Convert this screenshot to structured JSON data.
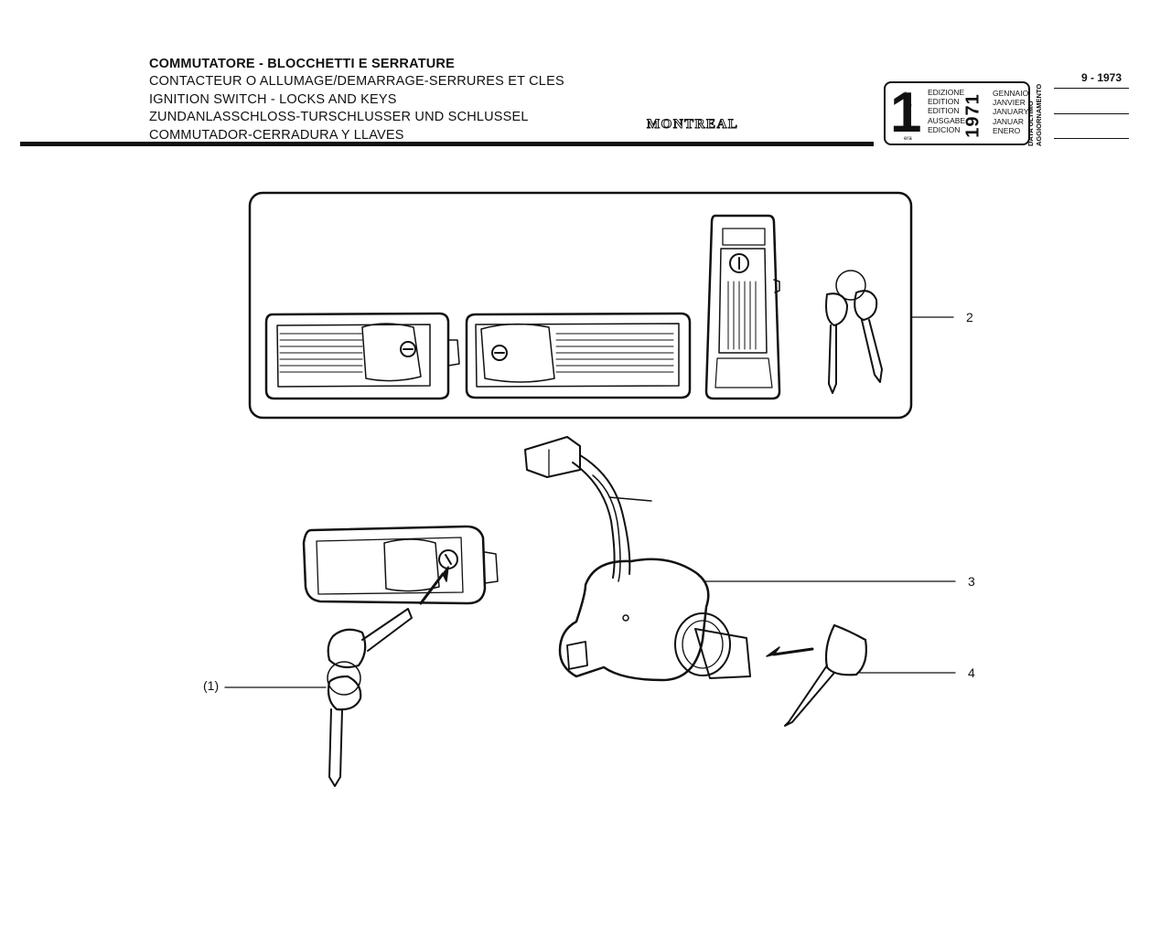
{
  "header": {
    "titles": [
      "COMMUTATORE - BLOCCHETTI E SERRATURE",
      "CONTACTEUR O ALLUMAGE/DEMARRAGE-SERRURES ET CLES",
      "IGNITION SWITCH - LOCKS AND KEYS",
      "ZUNDANLASSCHLOSS-TURSCHLUSSER UND SCHLUSSEL",
      "COMMUTADOR-CERRADURA  Y  LLAVES"
    ],
    "model": "MONTREAL"
  },
  "edition": {
    "number": "1",
    "suffixes": [
      "a",
      "ere",
      "st",
      ".",
      "era"
    ],
    "labels": [
      "EDIZIONE",
      "EDITION",
      "EDITION",
      "AUSGABE",
      "EDICION"
    ],
    "year": "1971",
    "months": [
      "GENNAIO",
      "JANVIER",
      "JANUARY",
      "JANUAR",
      "ENERO"
    ]
  },
  "update": {
    "label_line1": "DATA ULTIMO",
    "label_line2": "AGGIORNAMENTO",
    "date": "9 - 1973"
  },
  "callouts": {
    "c1": "(1)",
    "c2": "2",
    "c3": "3",
    "c4": "4"
  }
}
